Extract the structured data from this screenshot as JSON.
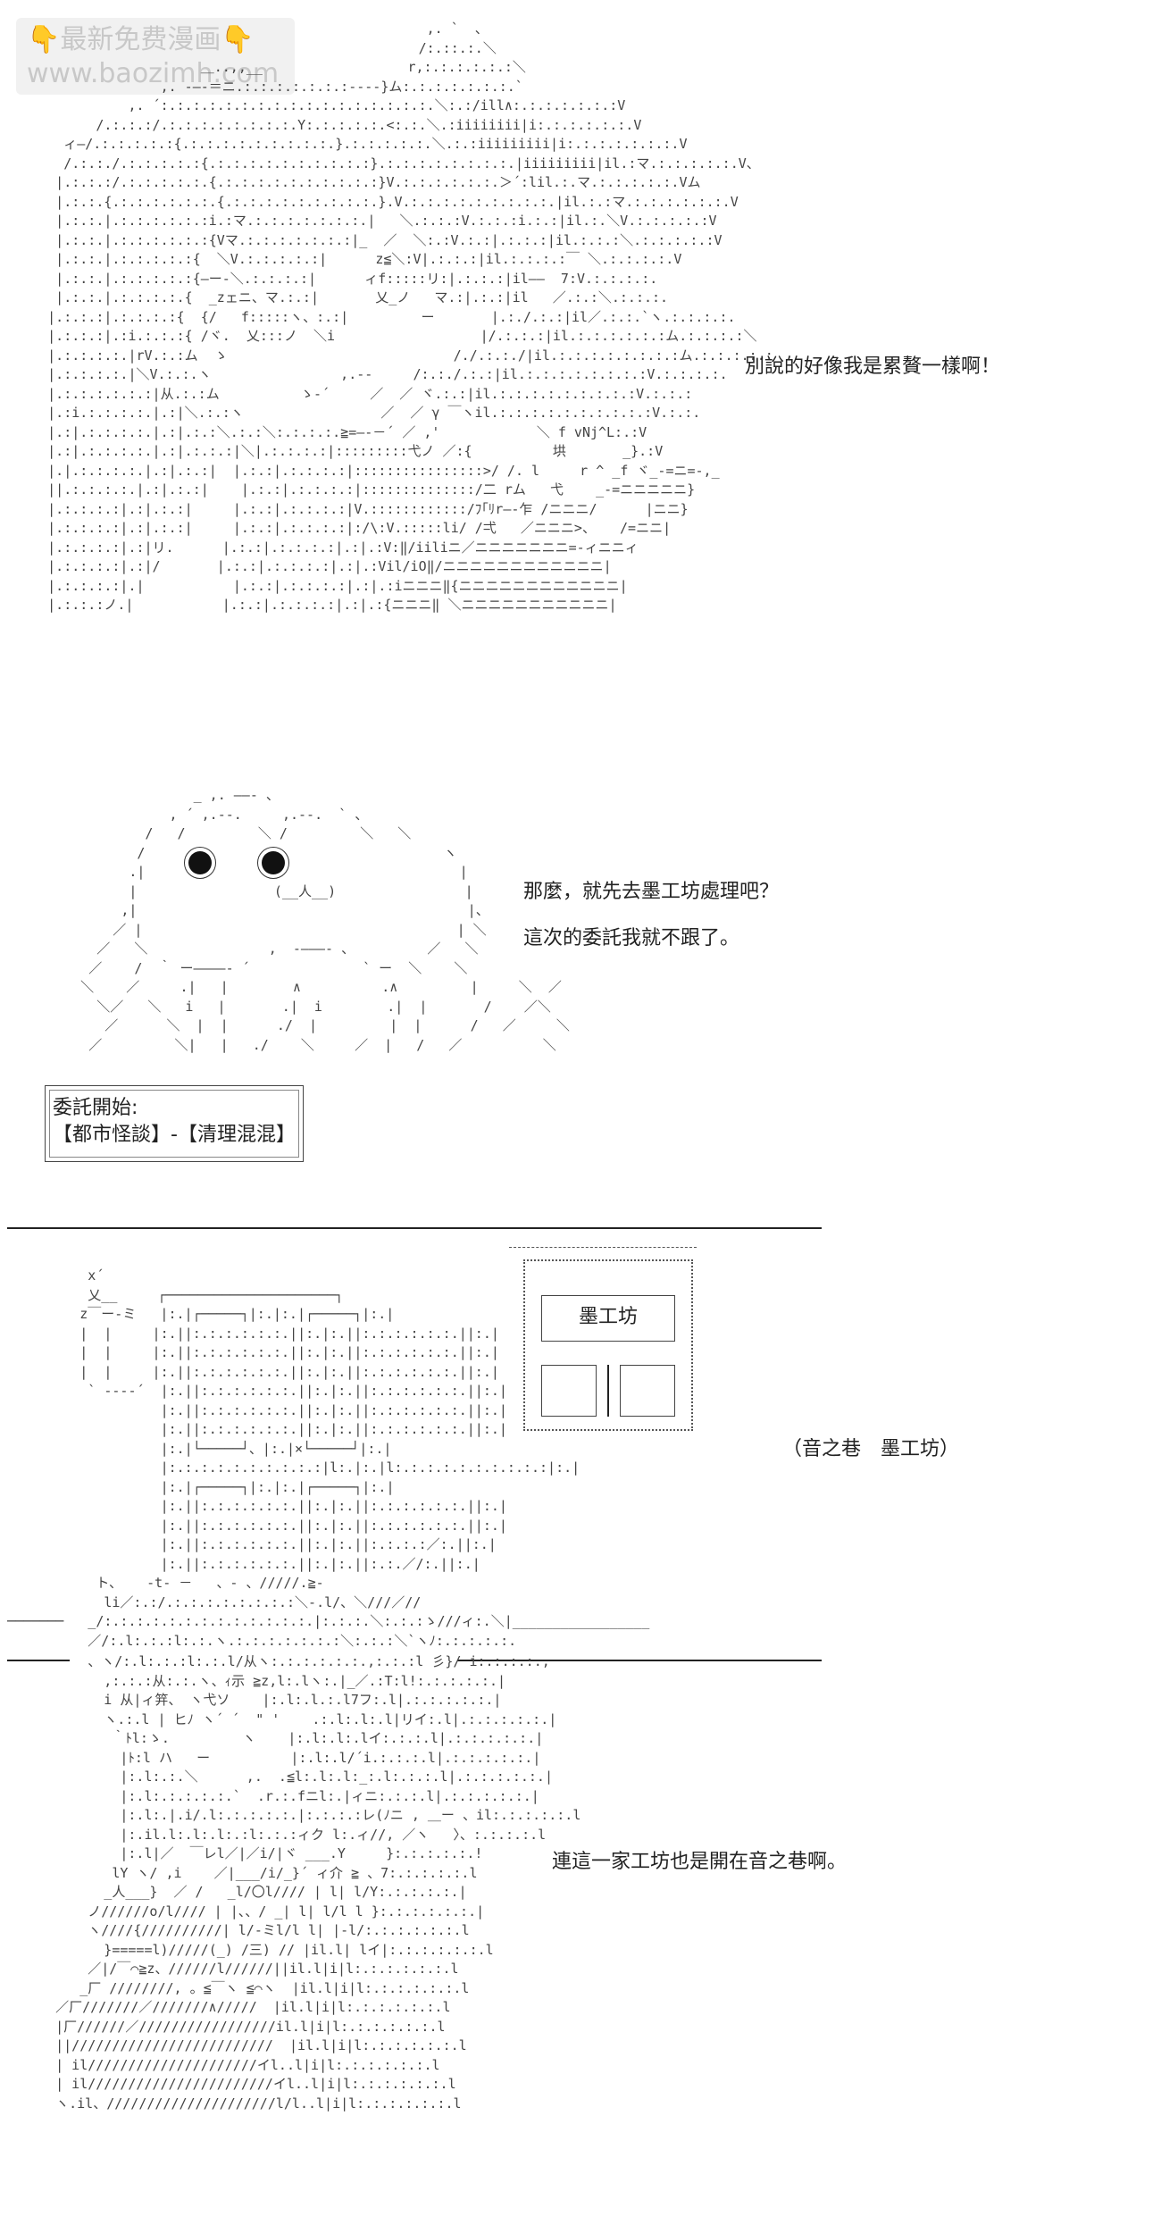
{
  "watermark": {
    "line1": "最新免费漫画",
    "line2": "www.baozimh.com"
  },
  "panel1": {
    "dialogue": "別說的好像我是累贅一樣啊！"
  },
  "panel2": {
    "line1": "那麼，就先去墨工坊處理吧？",
    "line2": "這次的委託我就不跟了。"
  },
  "quest": {
    "heading": "委託開始:",
    "detail": "【都市怪談】-【清理混混】"
  },
  "panel3": {
    "sign": "墨工坊",
    "location": "（音之巷　墨工坊）"
  },
  "panel4": {
    "dialogue": "連這一家工坊也是開在音之巷啊。"
  }
}
